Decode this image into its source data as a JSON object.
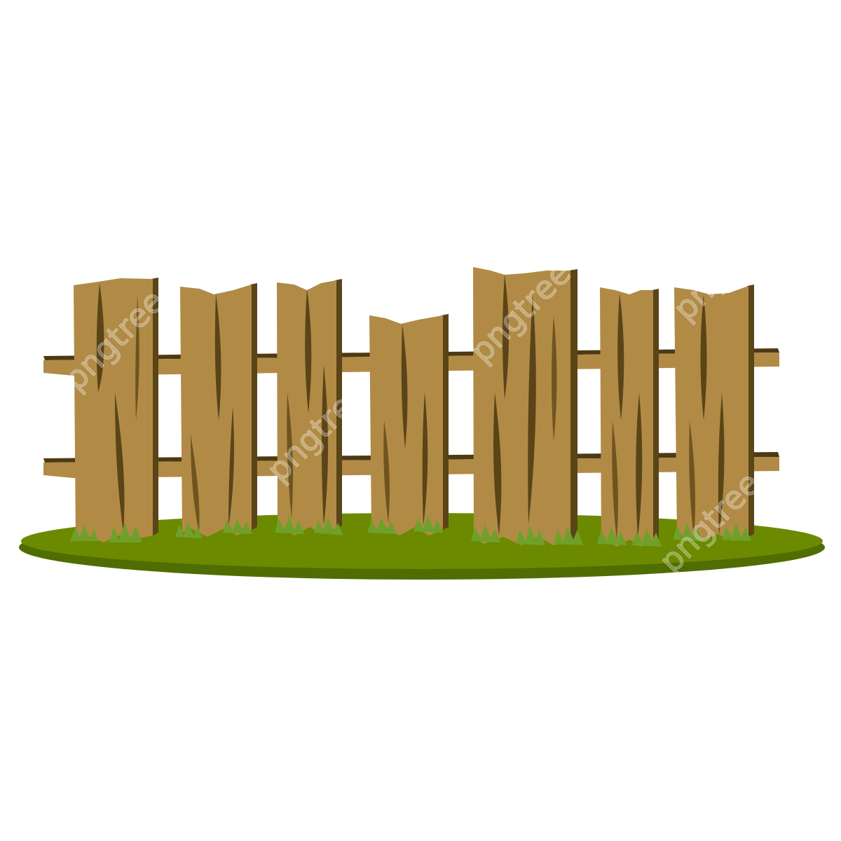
{
  "illustration": {
    "subject": "wooden-fence-on-grass",
    "watermark_text": "pngtree"
  },
  "colors": {
    "background": "#ffffff",
    "plank": "#b18b46",
    "plank_shadow": "#5a4418",
    "plank_edge": "#6f5420",
    "rail": "#b18b46",
    "rail_shadow": "#4d3a14",
    "grass_top": "#6b8a00",
    "grass_bottom": "#4d6a00",
    "tuft": "#6fa12a"
  },
  "fence": {
    "plank_count": 7,
    "rail_count": 2
  }
}
